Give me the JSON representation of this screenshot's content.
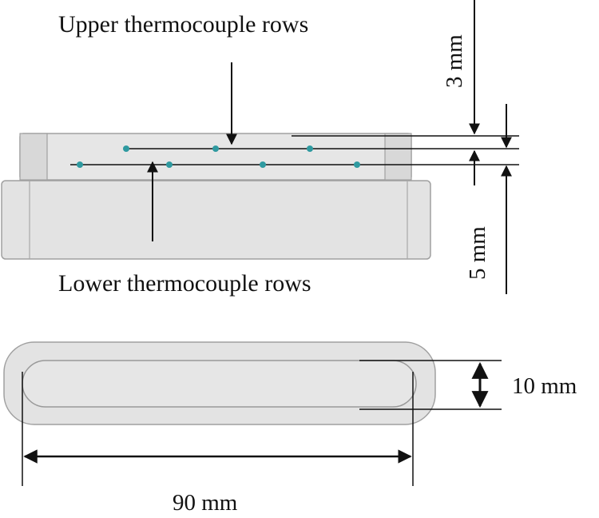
{
  "labels": {
    "upper_rows": "Upper thermocouple rows",
    "lower_rows": "Lower thermocouple rows"
  },
  "dimensions": {
    "upper_spacing": "3 mm",
    "lower_spacing": "5 mm",
    "width": "10 mm",
    "length": "90 mm"
  },
  "thermocouples": {
    "upper_row_count": 3,
    "lower_row_count": 4
  },
  "colors": {
    "body_fill": "#e3e3e3",
    "body_stroke": "#9c9c9c",
    "sensor": "#2f9aa0",
    "line": "#111111"
  }
}
